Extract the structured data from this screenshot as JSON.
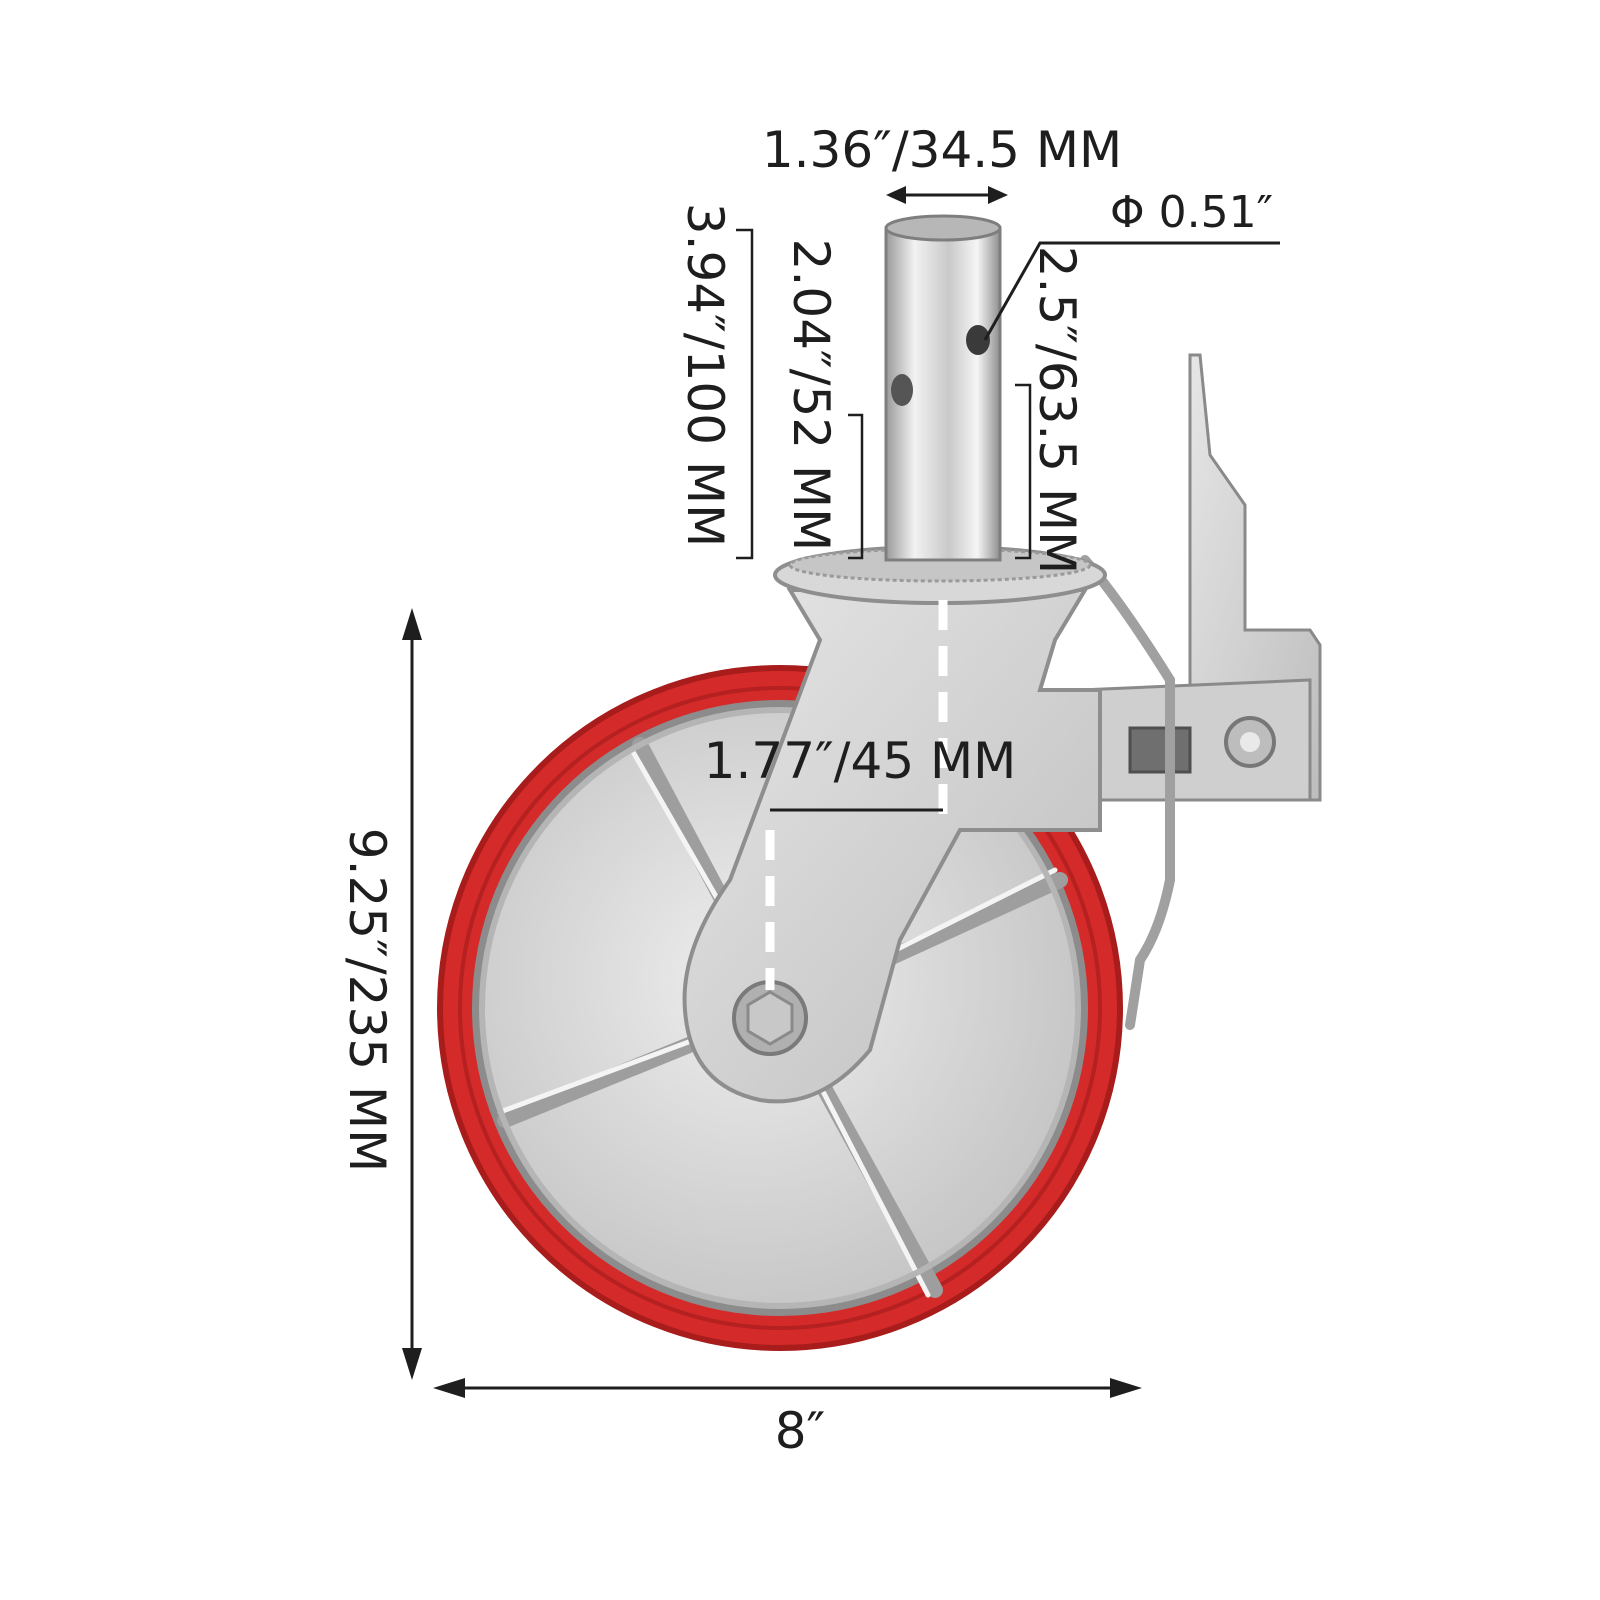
{
  "dimensions": {
    "stem_diameter": "1.36″/34.5 MM",
    "hole_diameter": "Φ 0.51″",
    "stem_total_length": "3.94″/100 MM",
    "stem_lower_hole": "2.04″/52 MM",
    "stem_upper_hole": "2.5″/63.5 MM",
    "offset": "1.77″/45 MM",
    "total_height": "9.25″/235 MM",
    "wheel_diameter": "8″"
  },
  "colors": {
    "tread": "#d42a2a",
    "tread_dark": "#a81c1c",
    "metal": "#dcdcdc",
    "metal_dark": "#a9a9a9",
    "line": "#1e1e1e"
  }
}
